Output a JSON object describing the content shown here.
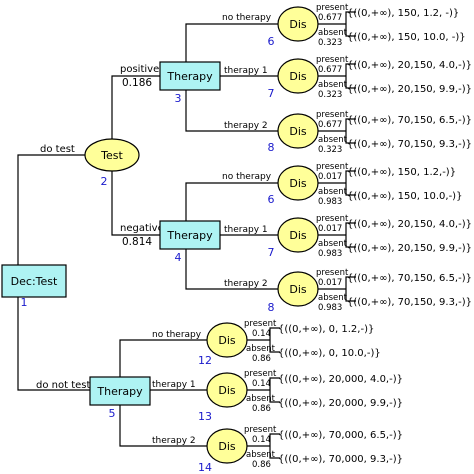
{
  "nodes": {
    "root": {
      "label": "Dec:Test",
      "number": "1"
    },
    "test": {
      "label": "Test",
      "number": "2"
    },
    "therapy_pos": {
      "label": "Therapy",
      "number": "3"
    },
    "therapy_neg": {
      "label": "Therapy",
      "number": "4"
    },
    "therapy_notest": {
      "label": "Therapy",
      "number": "5"
    },
    "dis6a": {
      "label": "Dis",
      "number": "6"
    },
    "dis7a": {
      "label": "Dis",
      "number": "7"
    },
    "dis8a": {
      "label": "Dis",
      "number": "8"
    },
    "dis6b": {
      "label": "Dis",
      "number": "6"
    },
    "dis7b": {
      "label": "Dis",
      "number": "7"
    },
    "dis8b": {
      "label": "Dis",
      "number": "8"
    },
    "dis12": {
      "label": "Dis",
      "number": "12"
    },
    "dis13": {
      "label": "Dis",
      "number": "13"
    },
    "dis14": {
      "label": "Dis",
      "number": "14"
    }
  },
  "edges": {
    "do_test": "do test",
    "do_not_test": "do not test",
    "positive": "positive",
    "positive_prob": "0.186",
    "negative": "negative",
    "negative_prob": "0.814",
    "no_therapy": "no therapy",
    "therapy_1": "therapy 1",
    "therapy_2": "therapy 2",
    "present": "present",
    "absent": "absent"
  },
  "probabilities": {
    "pos_present": "0.677",
    "pos_absent": "0.323",
    "neg_present": "0.017",
    "neg_absent": "0.983",
    "nt_present": "0.14",
    "nt_absent": "0.86"
  },
  "outcomes": {
    "a1": "{((0,+∞), 150, 1.2, -)}",
    "a2": "{((0,+∞), 150, 10.0, -)}",
    "a3": "{((0,+∞), 20,150, 4.0,-)}",
    "a4": "{((0,+∞), 20,150, 9.9,-)}",
    "a5": "{((0,+∞), 70,150, 6.5,-)}",
    "a6": "{((0,+∞), 70,150, 9.3,-)}",
    "b1": "{((0,+∞), 150, 1.2,-)}",
    "b2": "{((0,+∞), 150, 10.0,-)}",
    "b3": "{((0,+∞), 20,150, 4.0,-)}",
    "b4": "{((0,+∞), 20,150, 9.9,-)}",
    "b5": "{((0,+∞), 70,150, 6.5,-)}",
    "b6": "{((0,+∞), 70,150, 9.3,-)}",
    "c1": "{((0,+∞), 0, 1.2,-)}",
    "c2": "{((0,+∞), 0, 10.0,-)}",
    "c3": "{((0,+∞), 20,000, 4.0,-)}",
    "c4": "{((0,+∞), 20,000, 9.9,-)}",
    "c5": "{((0,+∞), 70,000, 6.5,-)}",
    "c6": "{((0,+∞), 70,000, 9.3,-)}"
  },
  "colors": {
    "decision_fill": "#aef3f3",
    "chance_fill": "#ffff99",
    "node_number": "#1a1acc"
  }
}
